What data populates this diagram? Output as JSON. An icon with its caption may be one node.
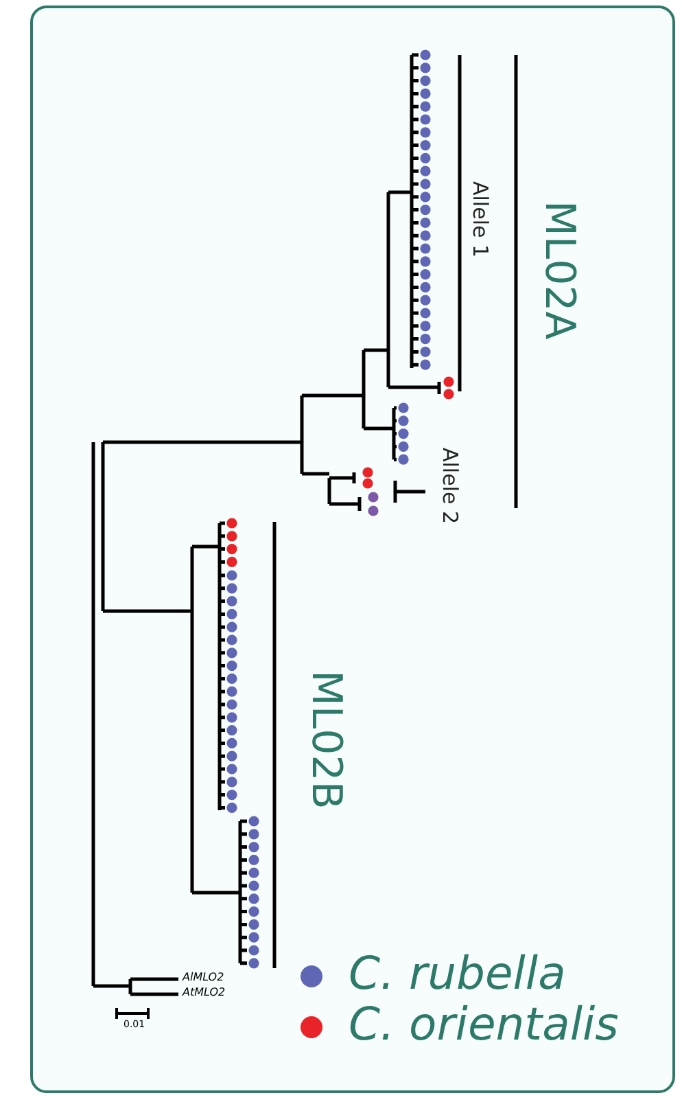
{
  "diagram": {
    "labels": [
      "Allele 1",
      "ML02A",
      "Allele 2",
      "ML02B",
      "AlMLO2",
      "AtMLO2",
      "0.01"
    ],
    "legend": [
      {
        "text": "C. rubella",
        "color": "#5f67b5"
      },
      {
        "text": "C. orientalis",
        "color": "#e82428"
      }
    ]
  }
}
